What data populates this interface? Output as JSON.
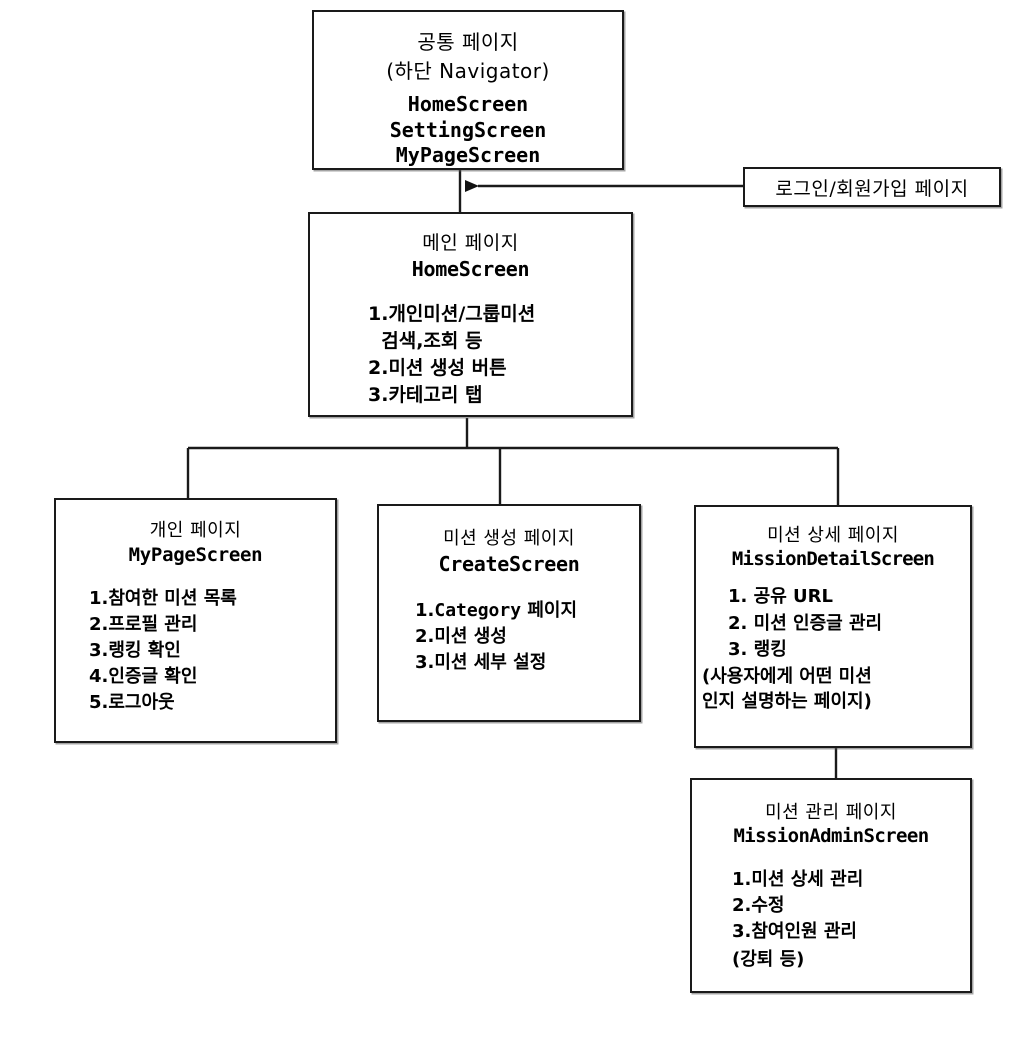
{
  "diagram": {
    "title": "App Screen Flow Diagram",
    "line_color": "#1a1a1a",
    "background": "#ffffff"
  },
  "nodes": {
    "common": {
      "title_ko": "공통 페이지",
      "title_ko_2": "(하단 Navigator)",
      "screens": "HomeScreen\nSettingScreen\nMyPageScreen"
    },
    "login": {
      "title_ko": "로그인/회원가입 페이지"
    },
    "home": {
      "title_ko": "메인 페이지",
      "title_en": "HomeScreen",
      "items": [
        "1.개인미션/그룹미션",
        "  검색,조회 등",
        "2.미션 생성 버튼",
        "3.카테고리 탭"
      ]
    },
    "mypage": {
      "title_ko": "개인 페이지",
      "title_en": "MyPageScreen",
      "items": [
        "1.참여한 미션 목록",
        "2.프로필 관리",
        "3.랭킹 확인",
        "4.인증글 확인",
        "5.로그아웃"
      ]
    },
    "create": {
      "title_ko": "미션 생성 페이지",
      "title_en": "CreateScreen",
      "items_prefix": [
        "1.",
        "2.",
        "3."
      ],
      "item1_mono": "Category",
      "item1_suffix": " 페이지",
      "items": [
        "2.미션 생성",
        "3.미션 세부 설정"
      ]
    },
    "detail": {
      "title_ko": "미션 상세 페이지",
      "title_en": "MissionDetailScreen",
      "items": [
        "1. 공유 URL",
        "2. 미션 인증글 관리",
        "3. 랭킹"
      ],
      "note": "(사용자에게 어떤 미션\n인지 설명하는 페이지)"
    },
    "admin": {
      "title_ko": "미션 관리 페이지",
      "title_en": "MissionAdminScreen",
      "items": [
        "1.미션 상세 관리",
        "2.수정",
        "3.참여인원 관리"
      ],
      "note": "(강퇴 등)"
    }
  },
  "edges": [
    {
      "name": "common-to-home",
      "from": "common",
      "to": "home",
      "arrow": false
    },
    {
      "name": "login-to-home",
      "from": "login",
      "to": "home",
      "arrow": true
    },
    {
      "name": "home-to-mypage",
      "from": "home",
      "to": "mypage",
      "arrow": false
    },
    {
      "name": "home-to-create",
      "from": "home",
      "to": "create",
      "arrow": false
    },
    {
      "name": "home-to-detail",
      "from": "home",
      "to": "detail",
      "arrow": false
    },
    {
      "name": "detail-to-admin",
      "from": "detail",
      "to": "admin",
      "arrow": false
    }
  ]
}
